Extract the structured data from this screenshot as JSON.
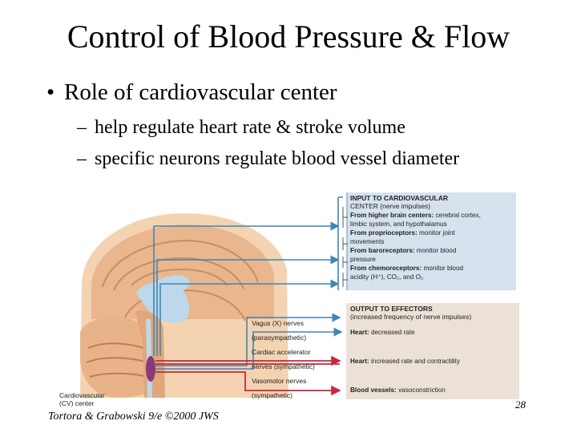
{
  "slide": {
    "title": "Control of Blood Pressure & Flow",
    "bullet": "Role of cardiovascular center",
    "subbullets": [
      "help regulate heart rate & stroke volume",
      "specific neurons regulate blood vessel diameter"
    ],
    "credit": "Tortora & Grabowski 9/e ©2000 JWS",
    "page_number": "28"
  },
  "figure": {
    "input": {
      "heading1": "INPUT TO CARDIOVASCULAR",
      "heading2": "CENTER (nerve impulses)",
      "lines": [
        {
          "bold": "From higher brain centers:",
          "text": " cerebral cortex,"
        },
        {
          "bold": "",
          "text": "limbic system, and hypothalamus"
        },
        {
          "bold": "From proprioceptors:",
          "text": " monitor joint"
        },
        {
          "bold": "",
          "text": "movements"
        },
        {
          "bold": "From baroreceptors:",
          "text": " monitor blood"
        },
        {
          "bold": "",
          "text": "pressure"
        },
        {
          "bold": "From chemoreceptors:",
          "text": " monitor blood"
        },
        {
          "bold": "",
          "text": "acidity (H⁺), CO₂, and O₂"
        }
      ]
    },
    "output": {
      "heading1": "OUTPUT TO EFFECTORS",
      "heading2": "(increased frequency of nerve impulses)",
      "effects": [
        {
          "bold": "Heart:",
          "text": " decreased rate"
        },
        {
          "bold": "Heart:",
          "text": " increased rate and contractility"
        },
        {
          "bold": "Blood vessels:",
          "text": " vasoconstriction"
        }
      ]
    },
    "nerves": [
      {
        "line1": "Vagus (X) nerves",
        "line2": "(parasympathetic)"
      },
      {
        "line1": "Cardiac accelerator",
        "line2": "nerves (sympathetic)"
      },
      {
        "line1": "Vasomotor nerves",
        "line2": "(sympathetic)"
      }
    ],
    "center_label": {
      "line1": "Cardiovascular",
      "line2": "(CV) center"
    },
    "colors": {
      "input_panel": "#d6e2ee",
      "output_panel": "#ece1d6",
      "blue_nerve": "#3f86b6",
      "red_nerve": "#c8283c",
      "brain": "#f1c9a3",
      "ventricle": "#bcd8ea"
    }
  }
}
